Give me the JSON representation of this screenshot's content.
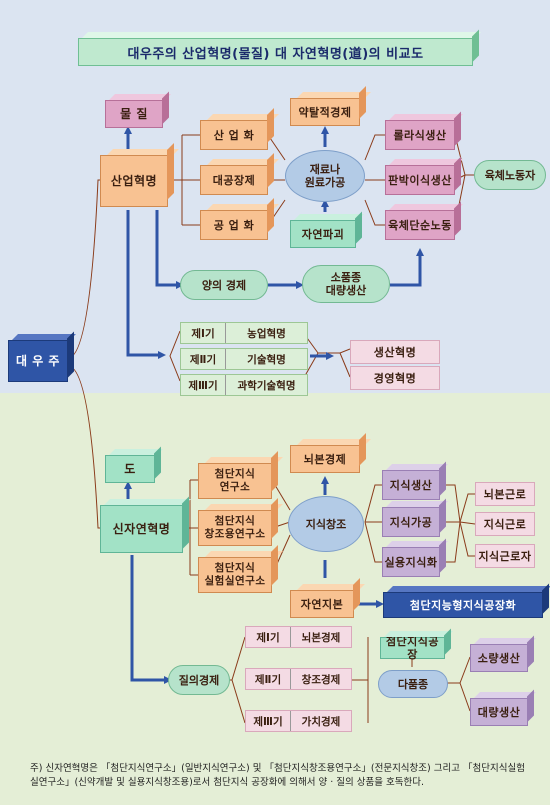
{
  "title": "대우주의 산업혁명(물질) 대 자연혁명(道)의 비교도",
  "root": "대 우 주",
  "top": {
    "material": "물 질",
    "industrial_revolution": "산업혁명",
    "left_boxes": [
      "산 업 화",
      "대공장제",
      "공 업 화"
    ],
    "exploitative_economy": "약탈적경제",
    "resource_processing": "재료나\n원료가공",
    "nature_destruction": "자연파괴",
    "right_boxes": [
      "롤라식생산",
      "판박이식생산",
      "육체단순노동"
    ],
    "physical_labor": "육체노동자",
    "economy_of_quantity": "양의 경제",
    "mass_production": "소품종\n대량생산",
    "eras": [
      {
        "k": "제Ⅰ기",
        "v": "농업혁명"
      },
      {
        "k": "제Ⅱ기",
        "v": "기술혁명"
      },
      {
        "k": "제Ⅲ기",
        "v": "과학기술혁명"
      }
    ],
    "results": [
      "생산혁명",
      "경영혁명"
    ]
  },
  "bottom": {
    "dao": "도",
    "new_nature_revolution": "신자연혁명",
    "left_boxes": [
      "첨단지식\n연구소",
      "첨단지식\n창조용연구소",
      "첨단지식\n실험실연구소"
    ],
    "brain_economy": "뇌본경제",
    "knowledge_creation": "지식창조",
    "nature_capital": "자연지본",
    "knowledge_factory": "첨단지능형지식공장화",
    "knowledge_boxes": [
      "지식생산",
      "지식가공",
      "실용지식화"
    ],
    "workers": [
      "뇌본근로",
      "지식근로",
      "지식근로자"
    ],
    "quality_economy": "질의경제",
    "eras": [
      {
        "k": "제Ⅰ기",
        "v": "뇌본경제"
      },
      {
        "k": "제Ⅱ기",
        "v": "창조경제"
      },
      {
        "k": "제Ⅲ기",
        "v": "가치경제"
      }
    ],
    "smart_factory": "첨단지식공장",
    "multi_type": "다품종",
    "outputs": [
      "소량생산",
      "대량생산"
    ]
  },
  "footnote": "주) 신자연혁명은 「첨단지식연구소」(일반지식연구소) 및 「첨단지식창조용연구소」(전문지식창조) 그리고 「첨단지식실험실연구소」(신약개발 및 실용지식창조용)로서 첨단지식 공장화에 의해서 양 · 질의 상품을 호독한다."
}
